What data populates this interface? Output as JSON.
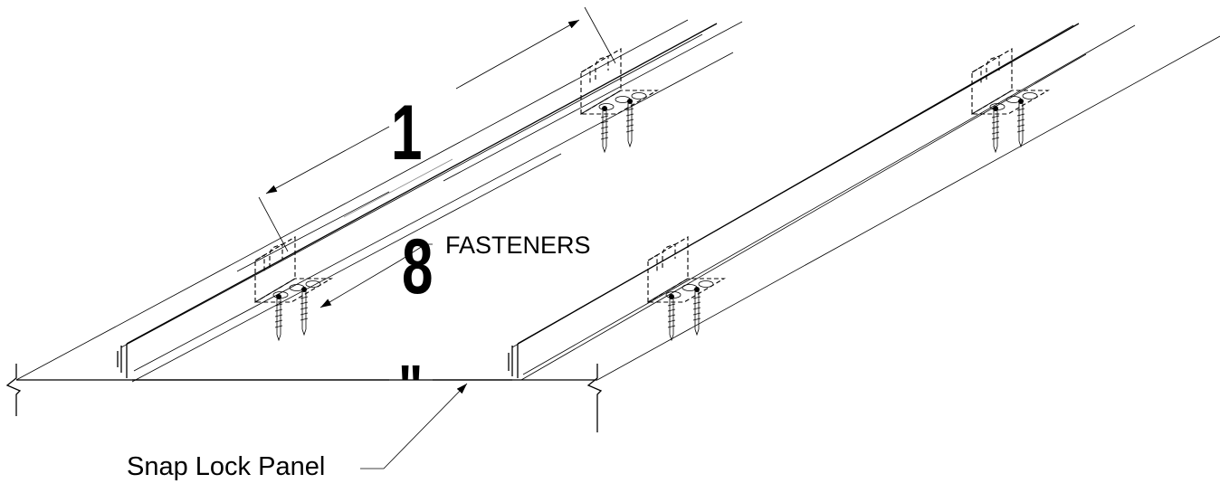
{
  "dimension": {
    "value": "1"
  },
  "fastener_count": {
    "value": "8",
    "label": "FASTENERS"
  },
  "panel_width": {
    "value": "\""
  },
  "panel_label": "Snap Lock Panel"
}
